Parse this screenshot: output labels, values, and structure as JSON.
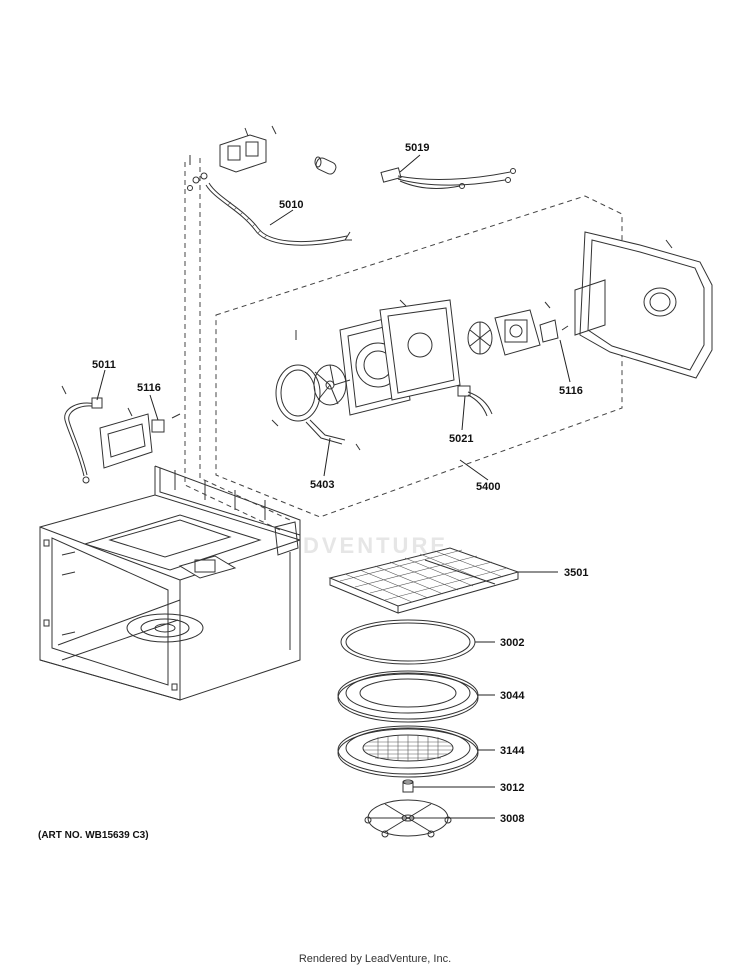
{
  "labels": {
    "p5019": "5019",
    "p5010": "5010",
    "p5011": "5011",
    "p5116a": "5116",
    "p5116b": "5116",
    "p5021": "5021",
    "p5403": "5403",
    "p5400": "5400",
    "p3501": "3501",
    "p3002": "3002",
    "p3044": "3044",
    "p3144": "3144",
    "p3012": "3012",
    "p3008": "3008"
  },
  "art_no": "(ART NO. WB15639 C3)",
  "footer": "Rendered by LeadVenture, Inc.",
  "watermark": "LEADVENTURE"
}
